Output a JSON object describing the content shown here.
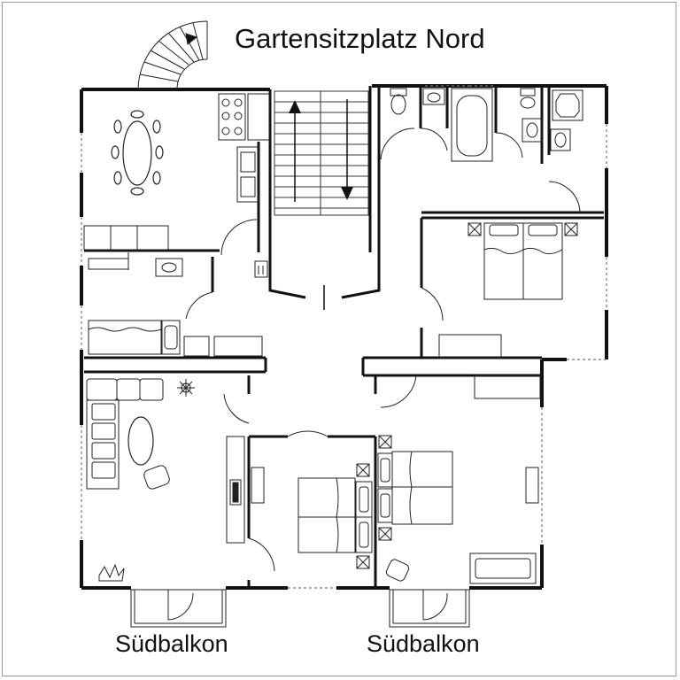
{
  "plan": {
    "title": "Gartensitzplatz Nord",
    "balcony_left": "Südbalkon",
    "balcony_right": "Südbalkon"
  },
  "colors": {
    "wall": "#111111",
    "line": "#222222",
    "grey": "#8a8a8a"
  }
}
